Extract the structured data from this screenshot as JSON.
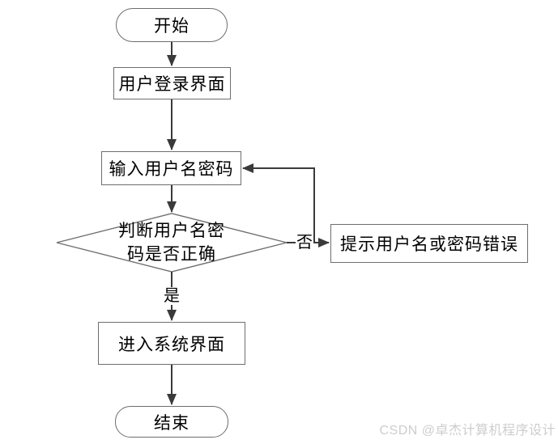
{
  "diagram": {
    "type": "flowchart",
    "nodes": {
      "start": {
        "label": "开始",
        "shape": "terminator"
      },
      "login_ui": {
        "label": "用户登录界面",
        "shape": "process"
      },
      "input_credentials": {
        "label": "输入用户名密码",
        "shape": "process"
      },
      "check_credentials": {
        "label_line1": "判断用户名密",
        "label_line2": "码是否正确",
        "shape": "decision"
      },
      "error_prompt": {
        "label": "提示用户名或密码错误",
        "shape": "process"
      },
      "enter_system": {
        "label": "进入系统界面",
        "shape": "process"
      },
      "end": {
        "label": "结束",
        "shape": "terminator"
      }
    },
    "edge_labels": {
      "yes": "是",
      "no": "否"
    },
    "edges": [
      {
        "from": "start",
        "to": "login_ui",
        "label": ""
      },
      {
        "from": "login_ui",
        "to": "input_credentials",
        "label": ""
      },
      {
        "from": "input_credentials",
        "to": "check_credentials",
        "label": ""
      },
      {
        "from": "check_credentials",
        "to": "enter_system",
        "label": "是"
      },
      {
        "from": "check_credentials",
        "to": "error_prompt",
        "label": "否"
      },
      {
        "from": "error_prompt_branch",
        "to": "input_credentials",
        "label": ""
      },
      {
        "from": "enter_system",
        "to": "end",
        "label": ""
      }
    ]
  },
  "watermark": "CSDN @卓杰计算机程序设计",
  "colors": {
    "background": "#ffffff",
    "shape_border": "#6e6e6e",
    "connector": "#3a3a3a",
    "text": "#000000",
    "watermark_text": "#cdcdcd"
  }
}
